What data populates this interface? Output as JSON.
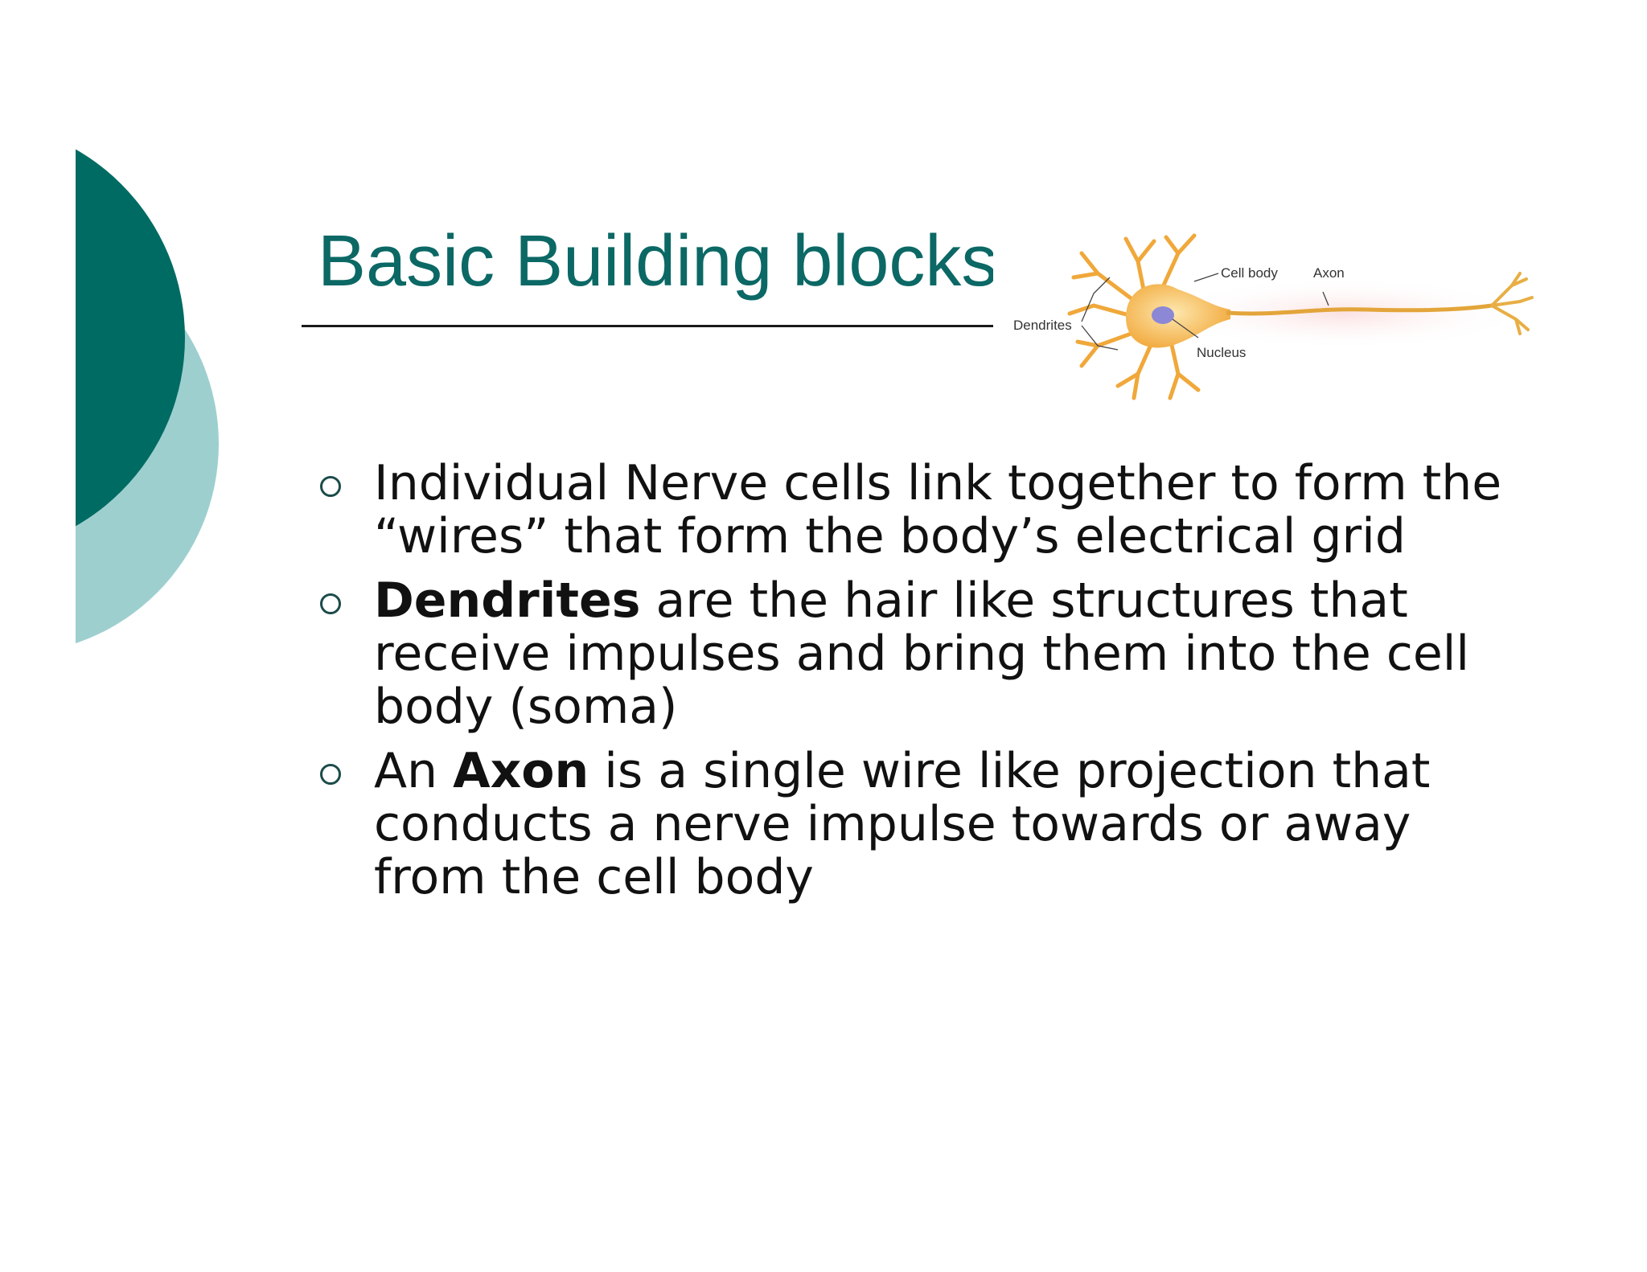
{
  "slide": {
    "title": "Basic Building blocks",
    "colors": {
      "accent_dark": "#006b63",
      "accent_light": "#9ecfcf",
      "title": "#0b6865"
    }
  },
  "diagram": {
    "labels": {
      "cell_body": "Cell body",
      "axon": "Axon",
      "dendrites": "Dendrites",
      "nucleus": "Nucleus"
    }
  },
  "bullets": [
    {
      "text": "Individual Nerve cells link together to form the “wires” that form the body’s electrical grid"
    },
    {
      "term": "Dendrites",
      "text": " are the hair like structures that receive impulses and bring them into the cell body (soma)"
    },
    {
      "prefix": "An ",
      "term": "Axon",
      "text": " is a single wire like projection that conducts a nerve impulse towards or away from the cell body"
    }
  ],
  "icons": [
    "circle-bullet-icon"
  ]
}
